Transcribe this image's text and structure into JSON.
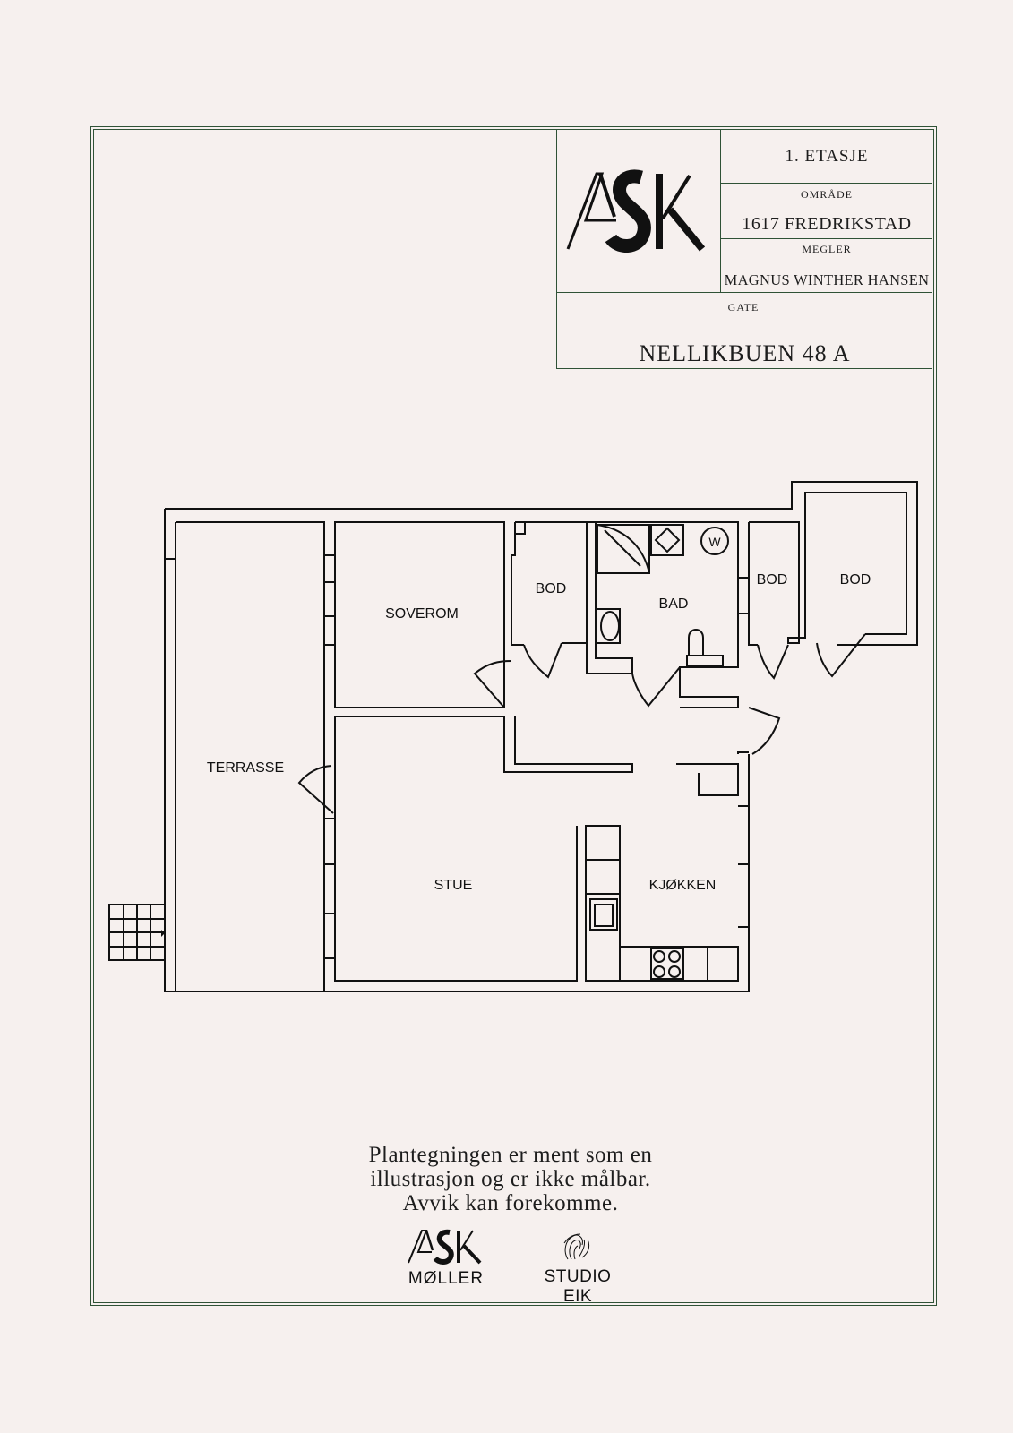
{
  "title_block": {
    "logo_text": "ASK",
    "floor": "1. ETASJE",
    "area_label": "OMRÅDE",
    "area_value": "1617 FREDRIKSTAD",
    "broker_label": "MEGLER",
    "broker_value": "MAGNUS WINTHER HANSEN",
    "street_label": "GATE",
    "street_value": "NELLIKBUEN 48 A"
  },
  "rooms": {
    "terrasse": "TERRASSE",
    "soverom": "SOVEROM",
    "bod_1": "BOD",
    "bad": "BAD",
    "bod_2": "BOD",
    "bod_3": "BOD",
    "stue": "STUE",
    "kjokken": "KJØKKEN",
    "washer_symbol": "W"
  },
  "disclaimer": {
    "line1": "Plantegningen er ment som en",
    "line2": "illustrasjon og er ikke målbar.",
    "line3": "Avvik kan forekomme."
  },
  "footer_logos": {
    "ask_moller_top": "ASK",
    "ask_moller_bottom": "MØLLER",
    "studio_eik": "STUDIO EIK"
  }
}
